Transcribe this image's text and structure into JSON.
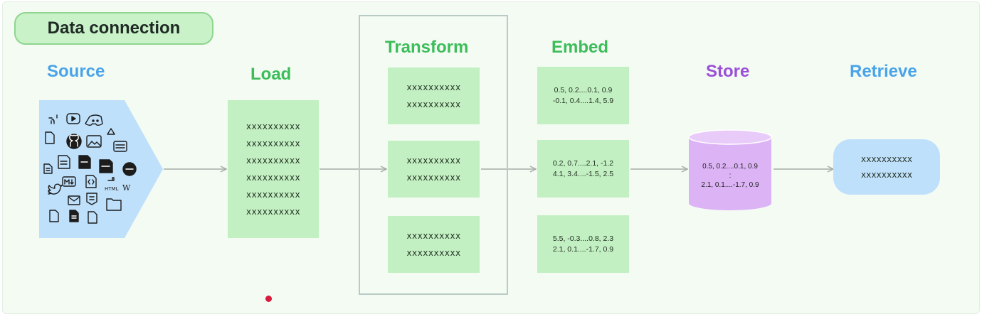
{
  "header": {
    "label": "Data connection"
  },
  "stages": {
    "source": "Source",
    "load": "Load",
    "transform": "Transform",
    "embed": "Embed",
    "store": "Store",
    "retrieve": "Retrieve"
  },
  "load_lines": [
    "xxxxxxxxxx",
    "xxxxxxxxxx",
    "xxxxxxxxxx",
    "xxxxxxxxxx",
    "xxxxxxxxxx",
    "xxxxxxxxxx"
  ],
  "transform_chunks": [
    [
      "xxxxxxxxxx",
      "xxxxxxxxxx"
    ],
    [
      "xxxxxxxxxx",
      "xxxxxxxxxx"
    ],
    [
      "xxxxxxxxxx",
      "xxxxxxxxxx"
    ]
  ],
  "embed_vectors": [
    [
      "0.5, 0.2....0.1, 0.9",
      "-0.1, 0.4....1.4, 5.9"
    ],
    [
      "0.2, 0.7....2.1, -1.2",
      "4.1, 3.4....-1.5, 2.5"
    ],
    [
      "5.5, -0.3....0.8, 2.3",
      "2.1, 0.1....-1.7, 0.9"
    ]
  ],
  "store_vectors": [
    "0.5, 0.2....0.1, 0.9",
    ":",
    "2.1, 0.1....-1.7, 0.9"
  ],
  "retrieve_lines": [
    "xxxxxxxxxx",
    "xxxxxxxxxx"
  ],
  "source_icons": [
    "slack-icon",
    "youtube-icon",
    "discord-icon",
    "file-icon",
    "github-icon",
    "image-icon",
    "google-drive-icon",
    "csv-file-icon",
    "document-icon",
    "ppt-file-icon",
    "doc-file-icon",
    "txt-file-icon",
    "epub-file-icon",
    "markdown-file-icon",
    "code-file-icon",
    "html-file-icon",
    "wikipedia-icon",
    "twitter-icon",
    "email-icon",
    "css-file-icon",
    "folder-icon",
    "pdf-icon",
    "text-file-icon",
    "blank-file-icon"
  ],
  "colors": {
    "green_title": "#3cbd59",
    "blue_title": "#4aa3e8",
    "purple_title": "#9b4fd8",
    "green_box": "#c2f0c2",
    "source_box": "#bfe0fb",
    "store_db": "#dcb4f6"
  }
}
